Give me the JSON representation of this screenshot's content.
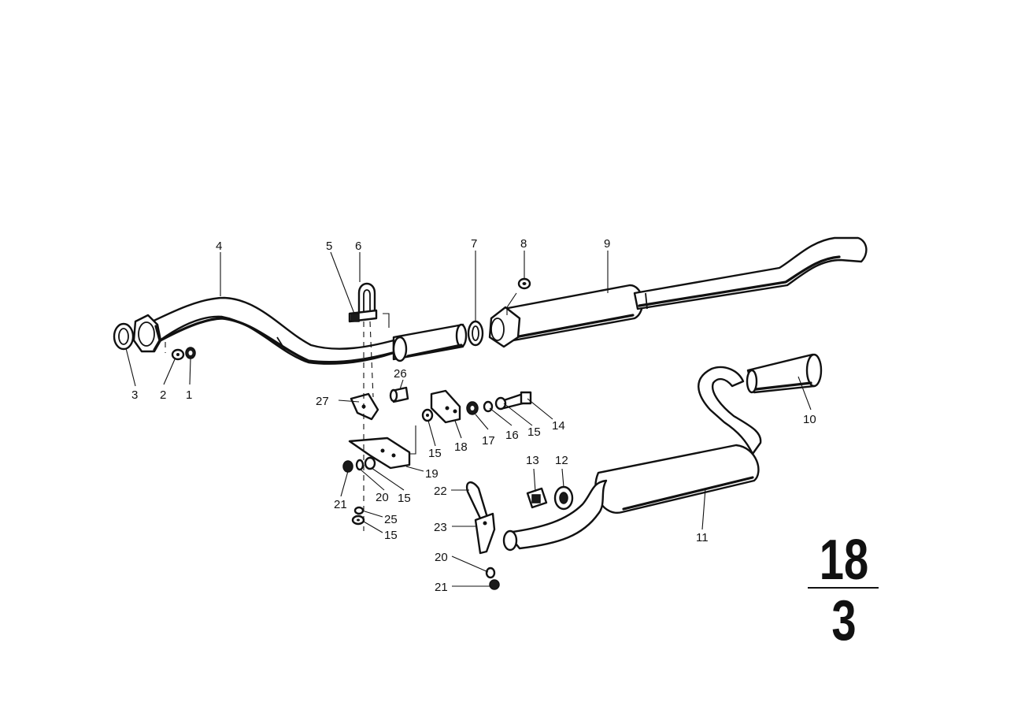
{
  "callouts": {
    "c1": "1",
    "c2": "2",
    "c3": "3",
    "c4": "4",
    "c5": "5",
    "c6": "6",
    "c7": "7",
    "c8": "8",
    "c9": "9",
    "c10": "10",
    "c11": "11",
    "c12": "12",
    "c13": "13",
    "c14": "14",
    "c15a": "15",
    "c15b": "15",
    "c15c": "15",
    "c15d": "15",
    "c16": "16",
    "c17": "17",
    "c18": "18",
    "c19": "19",
    "c20a": "20",
    "c20b": "20",
    "c21a": "21",
    "c21b": "21",
    "c22": "22",
    "c23": "23",
    "c25": "25",
    "c26": "26",
    "c27": "27"
  },
  "group_number": {
    "main": "18",
    "sub": "3"
  }
}
